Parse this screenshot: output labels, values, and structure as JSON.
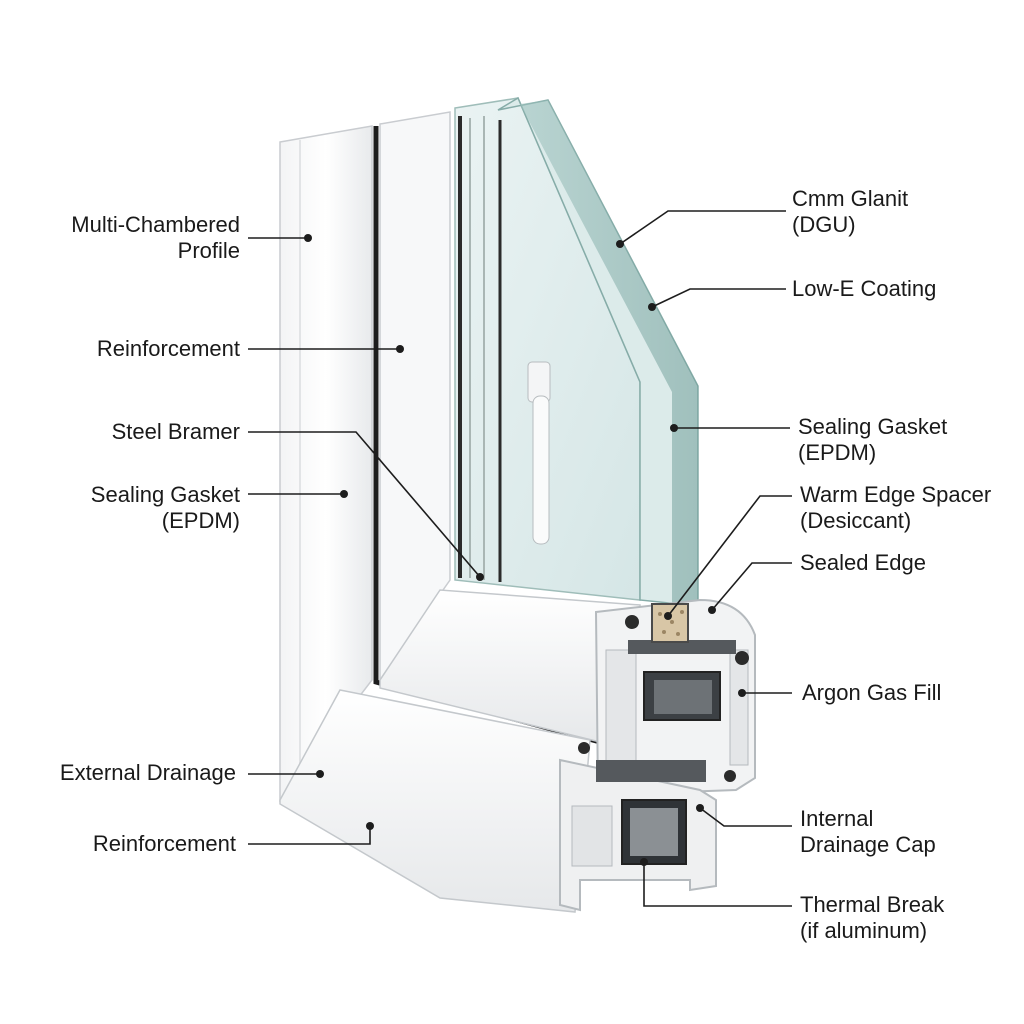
{
  "left_labels": [
    {
      "id": "multi-chambered-profile",
      "lines": [
        "Multi-Chambered",
        "Profile"
      ]
    },
    {
      "id": "reinforcement-upper",
      "lines": [
        "Reinforcement"
      ]
    },
    {
      "id": "steel-bramer",
      "lines": [
        "Steel Bramer"
      ]
    },
    {
      "id": "sealing-gasket-left",
      "lines": [
        "Sealing Gasket",
        "(EPDM)"
      ]
    },
    {
      "id": "external-drainage",
      "lines": [
        "External Drainage"
      ]
    },
    {
      "id": "reinforcement-lower",
      "lines": [
        "Reinforcement"
      ]
    }
  ],
  "right_labels": [
    {
      "id": "cmm-glanit",
      "lines": [
        "Cmm Glanit",
        "(DGU)"
      ]
    },
    {
      "id": "low-e-coating",
      "lines": [
        "Low-E Coating"
      ]
    },
    {
      "id": "sealing-gasket-right",
      "lines": [
        "Sealing Gasket",
        "(EPDM)"
      ]
    },
    {
      "id": "warm-edge-spacer",
      "lines": [
        "Warm Edge Spacer",
        "(Desiccant)"
      ]
    },
    {
      "id": "sealed-edge",
      "lines": [
        "Sealed Edge"
      ]
    },
    {
      "id": "argon-gas-fill",
      "lines": [
        "Argon Gas Fill"
      ]
    },
    {
      "id": "internal-drainage-cap",
      "lines": [
        "Internal",
        "Drainage Cap"
      ]
    },
    {
      "id": "thermal-break",
      "lines": [
        "Thermal Break",
        "(if aluminum)"
      ]
    }
  ]
}
